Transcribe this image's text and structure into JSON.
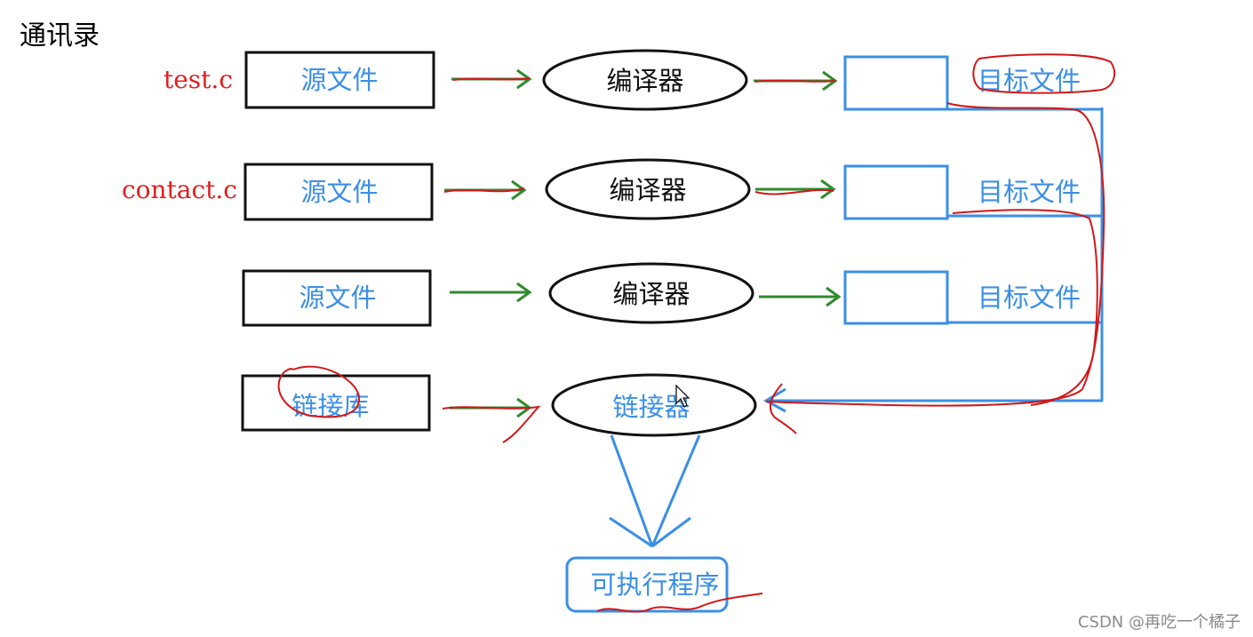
{
  "title": "通讯录",
  "inputs": [
    {
      "label": "test.c",
      "source": "源文件",
      "compiler": "编译器",
      "object": "目标文件"
    },
    {
      "label": "contact.c",
      "source": "源文件",
      "compiler": "编译器",
      "object": "目标文件"
    },
    {
      "label": "",
      "source": "源文件",
      "compiler": "编译器",
      "object": "目标文件"
    }
  ],
  "library": "链接库",
  "linker": "链接器",
  "executable": "可执行程序",
  "watermark": "CSDN @再吃一个橘子",
  "colors": {
    "blue": "#3b8fe6",
    "green": "#2e8b2e",
    "red": "#e02020",
    "black": "#111111"
  }
}
